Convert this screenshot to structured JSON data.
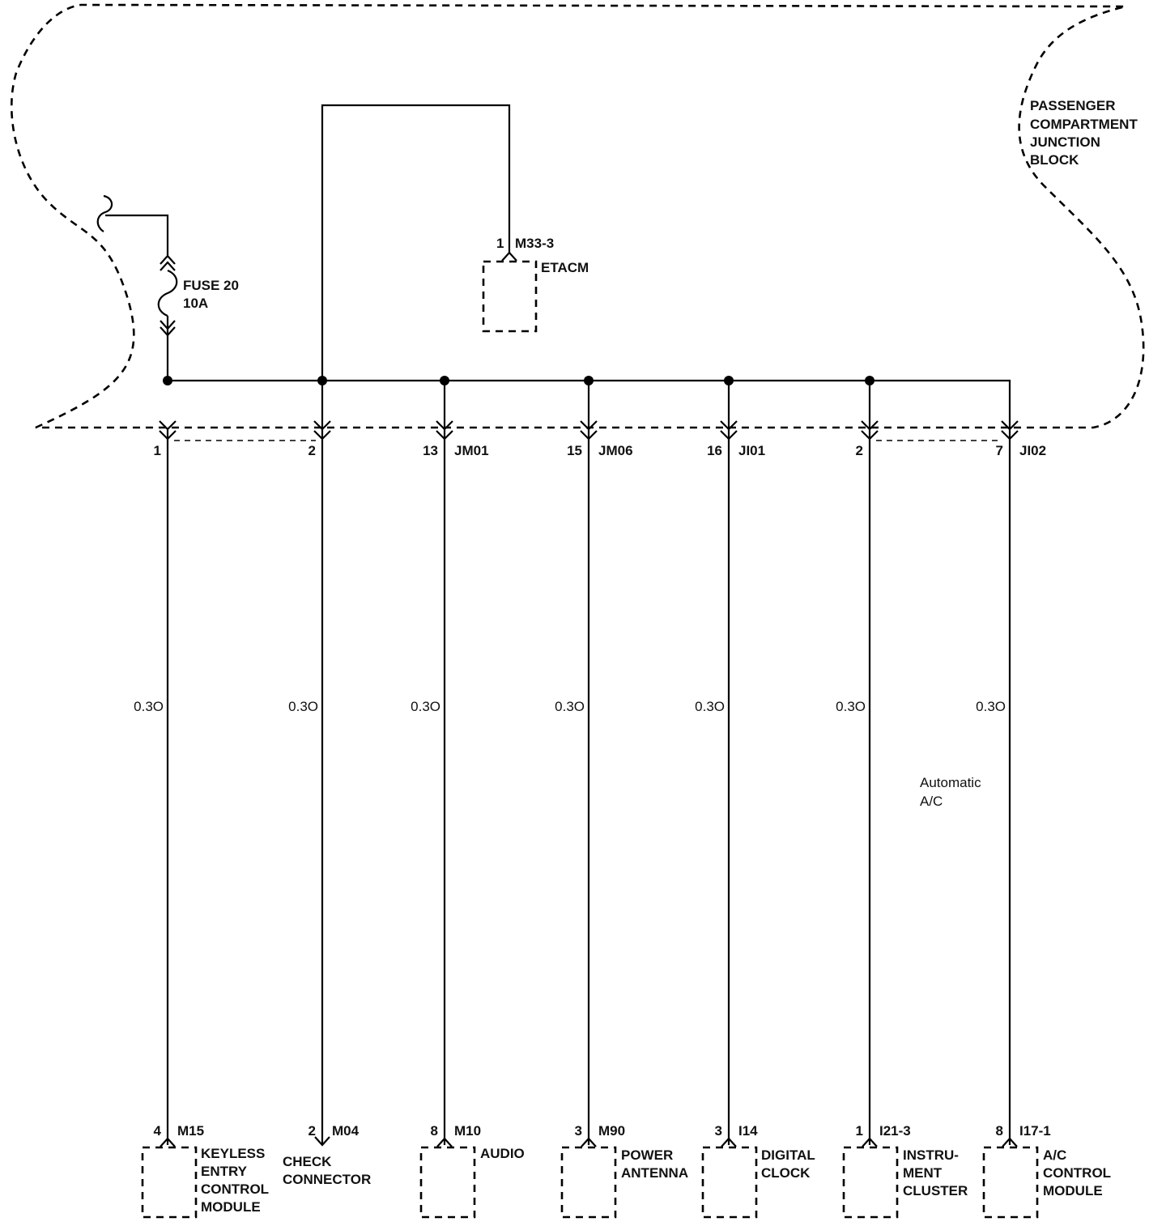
{
  "junction_block": {
    "label_lines": [
      "PASSENGER",
      "COMPARTMENT",
      "JUNCTION",
      "BLOCK"
    ]
  },
  "fuse": {
    "name": "FUSE 20",
    "rating": "10A"
  },
  "etacm": {
    "pin": "1",
    "connector": "M33-3",
    "name": "ETACM"
  },
  "note": {
    "lines": [
      "Automatic",
      "A/C"
    ]
  },
  "branches": [
    {
      "jb_pin": "1",
      "jb_conn": "",
      "wire": "0.3O",
      "comp_pin": "4",
      "comp_conn": "M15",
      "comp_lines": [
        "KEYLESS",
        "ENTRY",
        "CONTROL",
        "MODULE"
      ]
    },
    {
      "jb_pin": "2",
      "jb_conn": "",
      "wire": "0.3O",
      "comp_pin": "2",
      "comp_conn": "M04",
      "comp_lines": [
        "CHECK",
        "CONNECTOR"
      ]
    },
    {
      "jb_pin": "13",
      "jb_conn": "JM01",
      "wire": "0.3O",
      "comp_pin": "8",
      "comp_conn": "M10",
      "comp_lines": [
        "AUDIO"
      ]
    },
    {
      "jb_pin": "15",
      "jb_conn": "JM06",
      "wire": "0.3O",
      "comp_pin": "3",
      "comp_conn": "M90",
      "comp_lines": [
        "POWER",
        "ANTENNA"
      ]
    },
    {
      "jb_pin": "16",
      "jb_conn": "JI01",
      "wire": "0.3O",
      "comp_pin": "3",
      "comp_conn": "I14",
      "comp_lines": [
        "DIGITAL",
        "CLOCK"
      ]
    },
    {
      "jb_pin": "2",
      "jb_conn": "",
      "wire": "0.3O",
      "comp_pin": "1",
      "comp_conn": "I21-3",
      "comp_lines": [
        "INSTRU-",
        "MENT",
        "CLUSTER"
      ]
    },
    {
      "jb_pin": "7",
      "jb_conn": "JI02",
      "wire": "0.3O",
      "comp_pin": "8",
      "comp_conn": "I17-1",
      "comp_lines": [
        "A/C",
        "CONTROL",
        "MODULE"
      ]
    }
  ]
}
